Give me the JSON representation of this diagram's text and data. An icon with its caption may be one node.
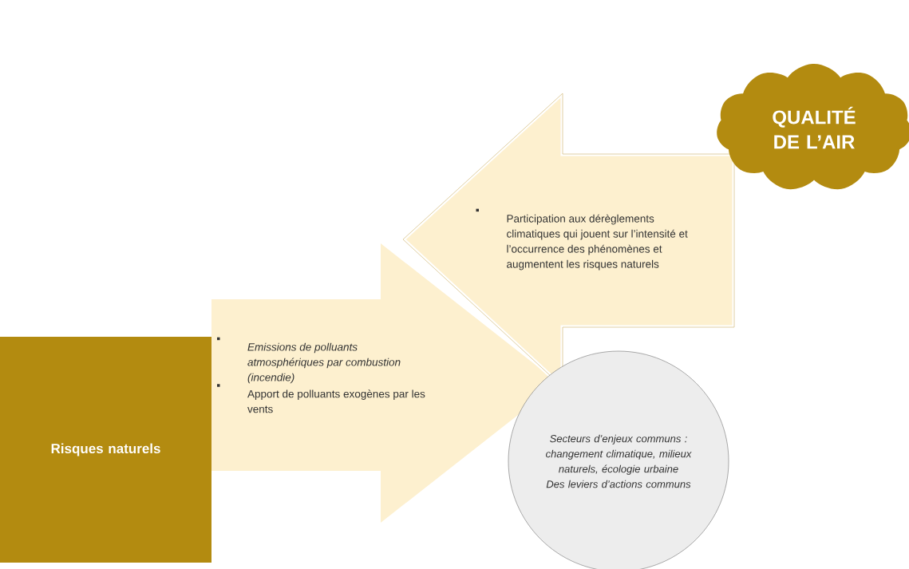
{
  "diagram": {
    "nodes": [
      {
        "text": [
          "Risques naturels"
        ]
      },
      {
        "text": [
          "Emissions de polluants atmosphériques par combustion (incendie)",
          "Apport de polluants exogènes par les vents"
        ]
      },
      {
        "text": [
          "QUALITÉ DE L’AIR"
        ]
      },
      {
        "text": [
          "Participation aux dérèglements climatiques qui jouent sur l’intensité et l’occurrence des phénomènes et augmentent les risques naturels"
        ]
      },
      {
        "text": [
          "Secteurs d’enjeux communs : changement climatique, milieux naturels, écologie urbaine",
          "Des leviers d’actions communs"
        ]
      }
    ]
  }
}
